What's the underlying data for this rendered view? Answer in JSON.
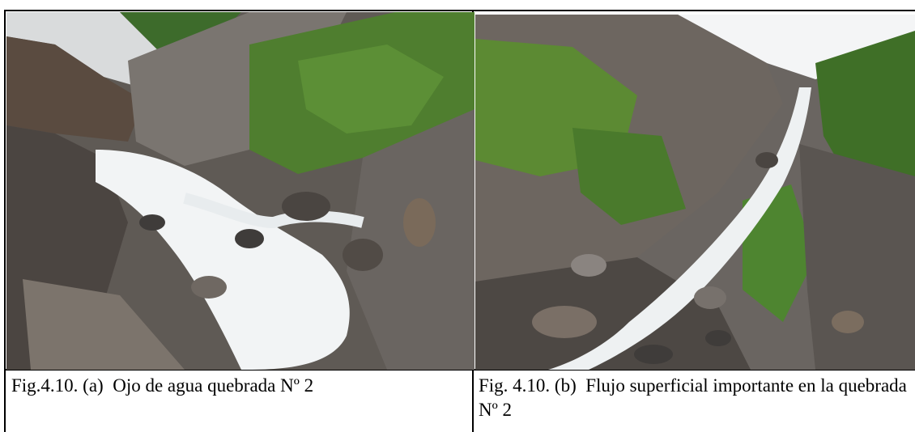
{
  "figures": [
    {
      "caption": "Fig.4.10. (a)  Ojo de agua quebrada Nº 2",
      "photo_subject": "mountain-stream-waterfall-photo"
    },
    {
      "caption": "Fig. 4.10. (b)  Flujo superficial importante en la quebrada Nº 2",
      "photo_subject": "rocky-ravine-stream-photo"
    }
  ],
  "colors": {
    "rock": "#6e6a66",
    "dark_rock": "#3f3c3a",
    "vegetation": "#4d7a2e",
    "water": "#f2f4f5",
    "sky": "#f4f5f6",
    "border": "#000000"
  }
}
